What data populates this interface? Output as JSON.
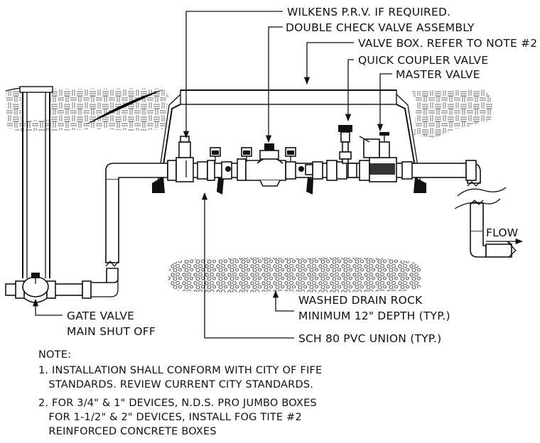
{
  "callouts": {
    "prv": "WILKENS P.R.V. IF REQUIRED.",
    "double_check": "DOUBLE CHECK VALVE  ASSEMBLY",
    "valve_box": "VALVE BOX. REFER TO NOTE #2",
    "quick_coupler": "QUICK COUPLER VALVE",
    "master_valve": "MASTER VALVE",
    "flow": "FLOW",
    "drain_rock_1": "WASHED DRAIN ROCK",
    "drain_rock_2": "MINIMUM 12\" DEPTH (TYP.)",
    "union": "SCH 80 PVC UNION (TYP.)",
    "gate_valve_1": "GATE VALVE",
    "gate_valve_2": "MAIN SHUT OFF"
  },
  "notes": {
    "heading": "NOTE:",
    "items": [
      "1. INSTALLATION SHALL CONFORM WITH CITY OF FIFE",
      "   STANDARDS. REVIEW CURRENT CITY STANDARDS.",
      "2. FOR 3/4\" & 1\" DEVICES, N.D.S. PRO JUMBO BOXES",
      "   FOR 1-1/2\" & 2\" DEVICES, INSTALL FOG TITE #2",
      "   REINFORCED CONCRETE BOXES"
    ]
  },
  "colors": {
    "line": "#111111",
    "background": "#ffffff"
  }
}
